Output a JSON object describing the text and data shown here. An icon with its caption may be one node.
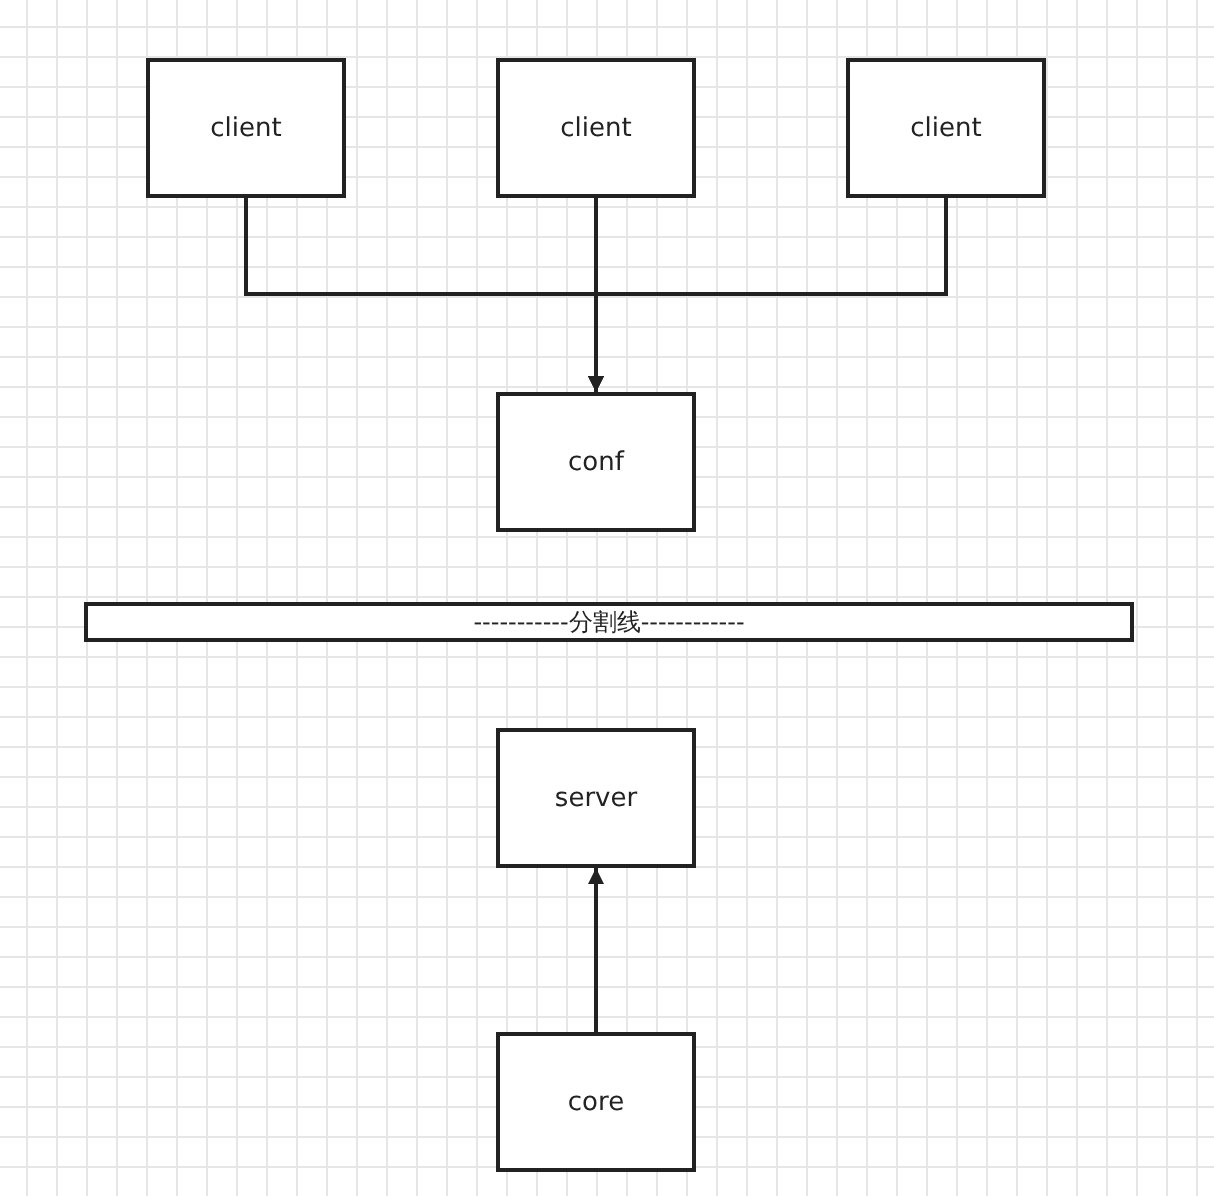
{
  "diagram": {
    "nodes": [
      {
        "text": [
          "client"
        ]
      },
      {
        "text": [
          "client"
        ]
      },
      {
        "text": [
          "client"
        ]
      },
      {
        "text": [
          "conf"
        ]
      },
      {
        "text": [
          "-----------分割线------------"
        ]
      },
      {
        "text": [
          "server"
        ]
      },
      {
        "text": [
          "core"
        ]
      }
    ],
    "edges": [
      {
        "from": 0,
        "to": 3,
        "arrow": "to"
      },
      {
        "from": 1,
        "to": 3,
        "arrow": "to"
      },
      {
        "from": 2,
        "to": 3,
        "arrow": "to"
      },
      {
        "from": 6,
        "to": 5,
        "arrow": "to"
      }
    ]
  }
}
